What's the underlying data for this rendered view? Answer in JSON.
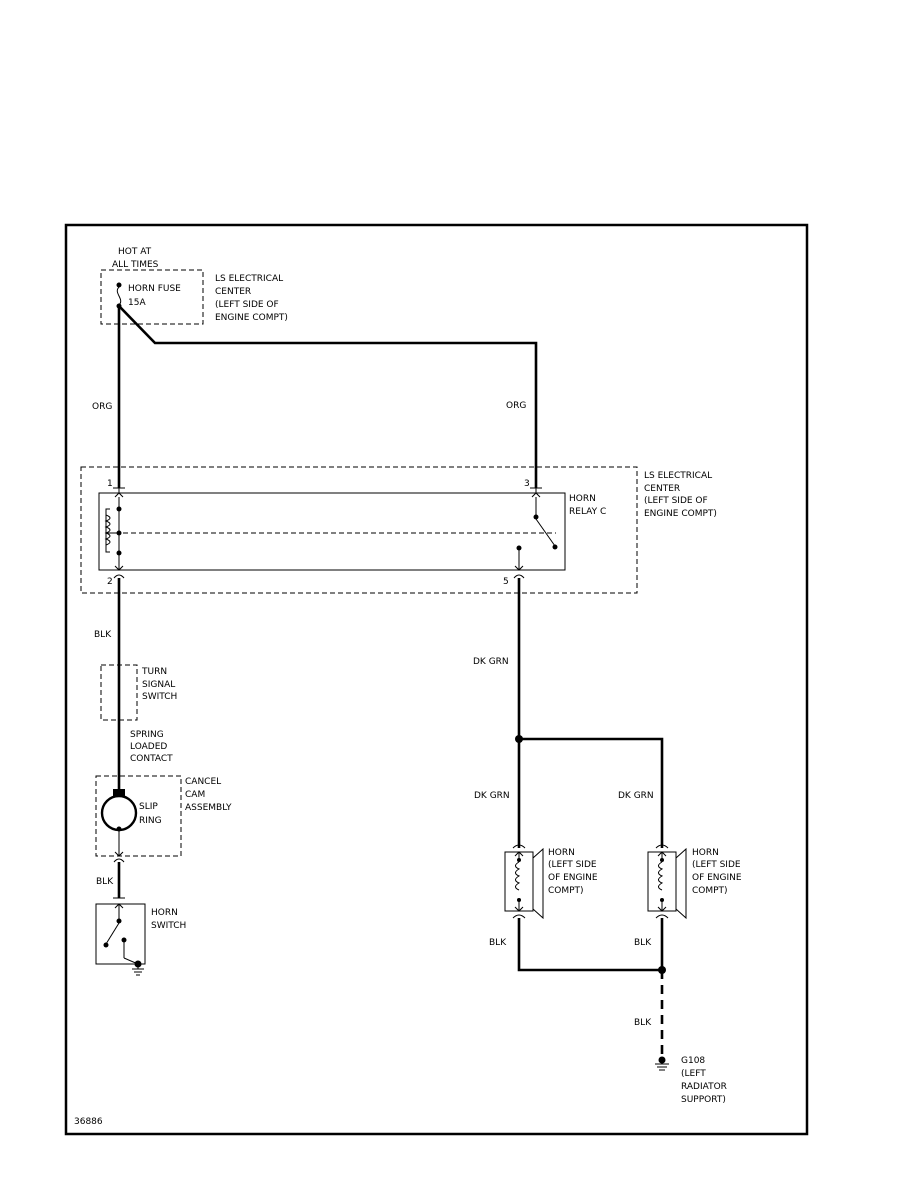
{
  "labels": {
    "hot_at_1": "HOT AT",
    "hot_at_2": "ALL TIMES",
    "horn_fuse": "HORN FUSE",
    "fuse_rating": "15A",
    "ls_center_top": [
      "LS ELECTRICAL",
      "CENTER",
      "(LEFT SIDE OF",
      "ENGINE COMPT)"
    ],
    "ls_center_relay": [
      "LS ELECTRICAL",
      "CENTER",
      "(LEFT SIDE OF",
      "ENGINE COMPT)"
    ],
    "horn_relay": [
      "HORN",
      "RELAY C"
    ],
    "pin_1": "1",
    "pin_2": "2",
    "pin_3": "3",
    "pin_5": "5",
    "wire_org_left": "ORG",
    "wire_org_right": "ORG",
    "wire_blk_upper": "BLK",
    "wire_dkgrn_main": "DK GRN",
    "turn_signal": [
      "TURN",
      "SIGNAL",
      "SWITCH"
    ],
    "spring_contact": [
      "SPRING",
      "LOADED",
      "CONTACT"
    ],
    "cancel_cam": [
      "CANCEL",
      "CAM",
      "ASSEMBLY"
    ],
    "slip_ring": [
      "SLIP",
      "RING"
    ],
    "wire_blk_switch": "BLK",
    "horn_switch": [
      "HORN",
      "SWITCH"
    ],
    "wire_dkgrn_left": "DK GRN",
    "wire_dkgrn_right": "DK GRN",
    "horn_left": [
      "HORN",
      "(LEFT SIDE",
      "OF ENGINE",
      "COMPT)"
    ],
    "horn_right": [
      "HORN",
      "(LEFT SIDE",
      "OF ENGINE",
      "COMPT)"
    ],
    "wire_blk_horn_left": "BLK",
    "wire_blk_horn_right": "BLK",
    "wire_blk_ground": "BLK",
    "ground": [
      "G108",
      "(LEFT",
      "RADIATOR",
      "SUPPORT)"
    ],
    "figure_number": "36886"
  }
}
